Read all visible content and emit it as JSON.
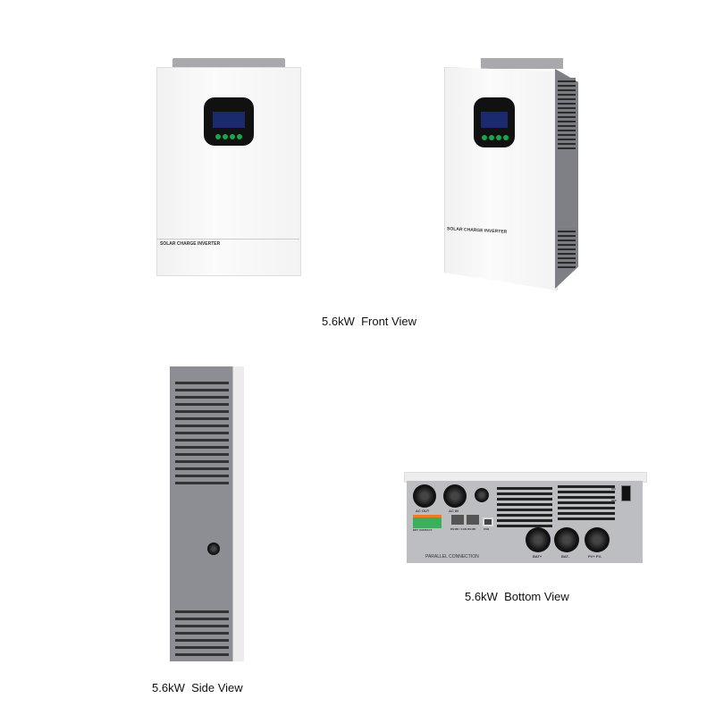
{
  "captions": {
    "front": "5.6kW  Front View",
    "bottom": "5.6kW  Bottom View",
    "side": "5.6kW  Side View"
  },
  "product": {
    "front_label": "SOLAR CHARGE INVERTER",
    "angled_label": "SOLAR CHARGE INVERTER",
    "bottom_labels": {
      "ac_out": "AC OUT",
      "ac_in": "AC IN",
      "dry_contact": "DRY CONTACT",
      "rs485": "RS485 / CAN",
      "rs485_2": "RS485",
      "usb": "USB",
      "parallel": "PARALLEL CONNECTION",
      "bat_pos": "BAT+",
      "bat_neg": "BAT-",
      "pv": "PV+  PV-",
      "on": "ON",
      "off": "OFF"
    }
  },
  "colors": {
    "body": "#f4f4f4",
    "panel": "#8d8e93",
    "screen": "#111111",
    "lcd": "#1b2a6e",
    "button": "#19a64a"
  }
}
